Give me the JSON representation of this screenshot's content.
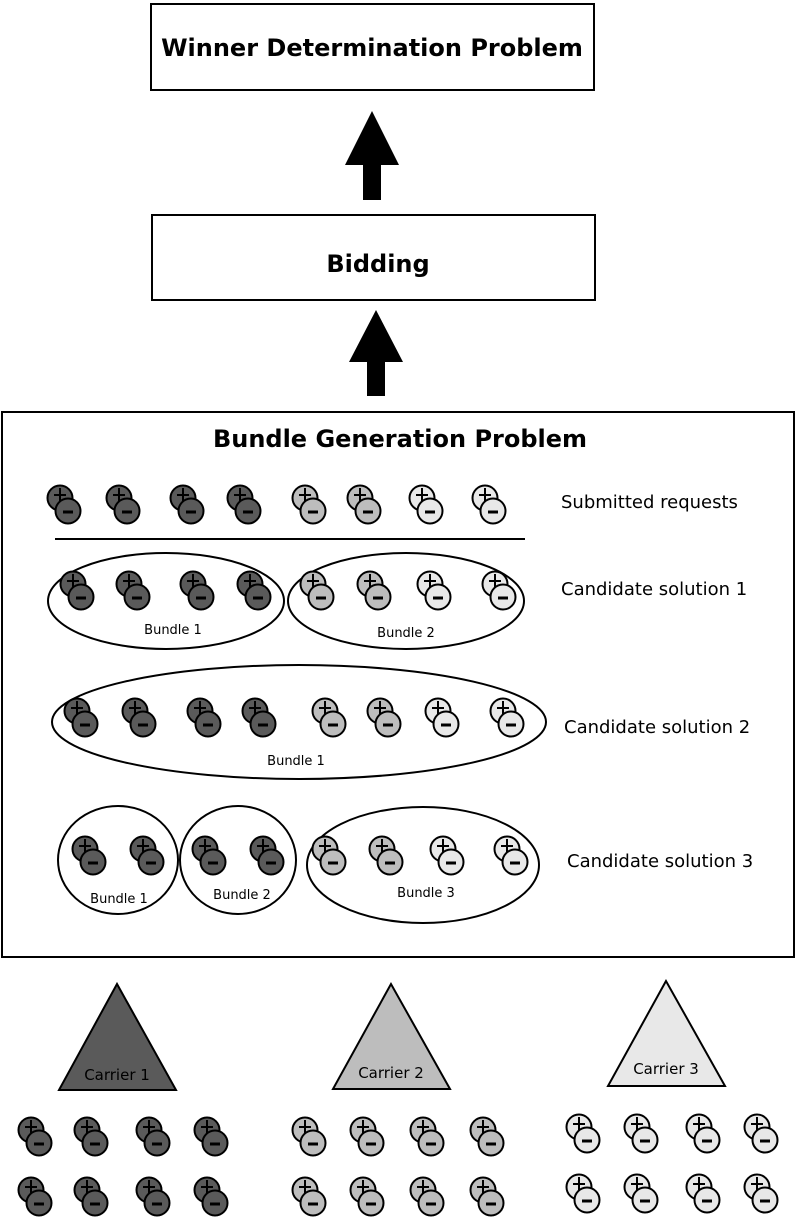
{
  "title_boxes": {
    "wdp": "Winner Determination Problem",
    "bidding": "Bidding",
    "bgp": "Bundle Generation Problem"
  },
  "rows": {
    "submitted": "Submitted requests",
    "cs1": "Candidate solution 1",
    "cs2": "Candidate solution 2",
    "cs3": "Candidate solution 3"
  },
  "bundles": {
    "cs1_b1": "Bundle 1",
    "cs1_b2": "Bundle 2",
    "cs2_b1": "Bundle 1",
    "cs3_b1": "Bundle 1",
    "cs3_b2": "Bundle 2",
    "cs3_b3": "Bundle 3"
  },
  "carriers": {
    "c1": "Carrier 1",
    "c2": "Carrier 2",
    "c3": "Carrier 3"
  },
  "colors": {
    "carrier1": "#5a5a5a",
    "carrier2": "#bdbdbd",
    "carrier3": "#e8e8e8",
    "outline": "#000000"
  }
}
